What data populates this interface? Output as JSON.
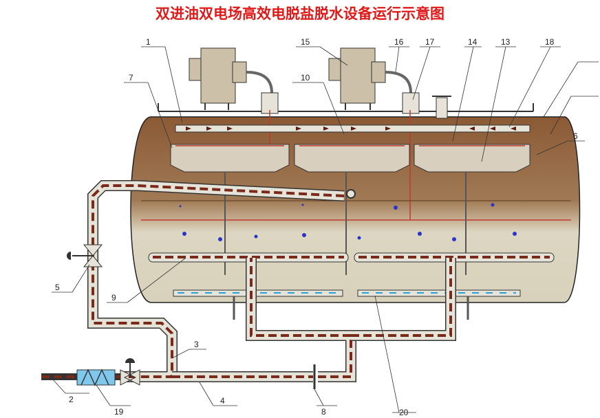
{
  "title": "双进油双电场高效电脱盐脱水设备运行示意图",
  "colors": {
    "title": "#e01818",
    "oil_dark": "#8b5a35",
    "oil_light": "#b08f6a",
    "water": "#d8d2bc",
    "pipe_fill": "#e6e3d8",
    "dash": "#7a2a1a",
    "electrode": "#c0392b",
    "droplet": "#2a35c8",
    "flow_arrow_water": "#2a9fd6",
    "motor": "#ccc0a8"
  },
  "callouts": [
    "1",
    "2",
    "3",
    "4",
    "5",
    "6",
    "7",
    "8",
    "9",
    "10",
    "13",
    "14",
    "15",
    "16",
    "17",
    "18",
    "19",
    "20"
  ]
}
